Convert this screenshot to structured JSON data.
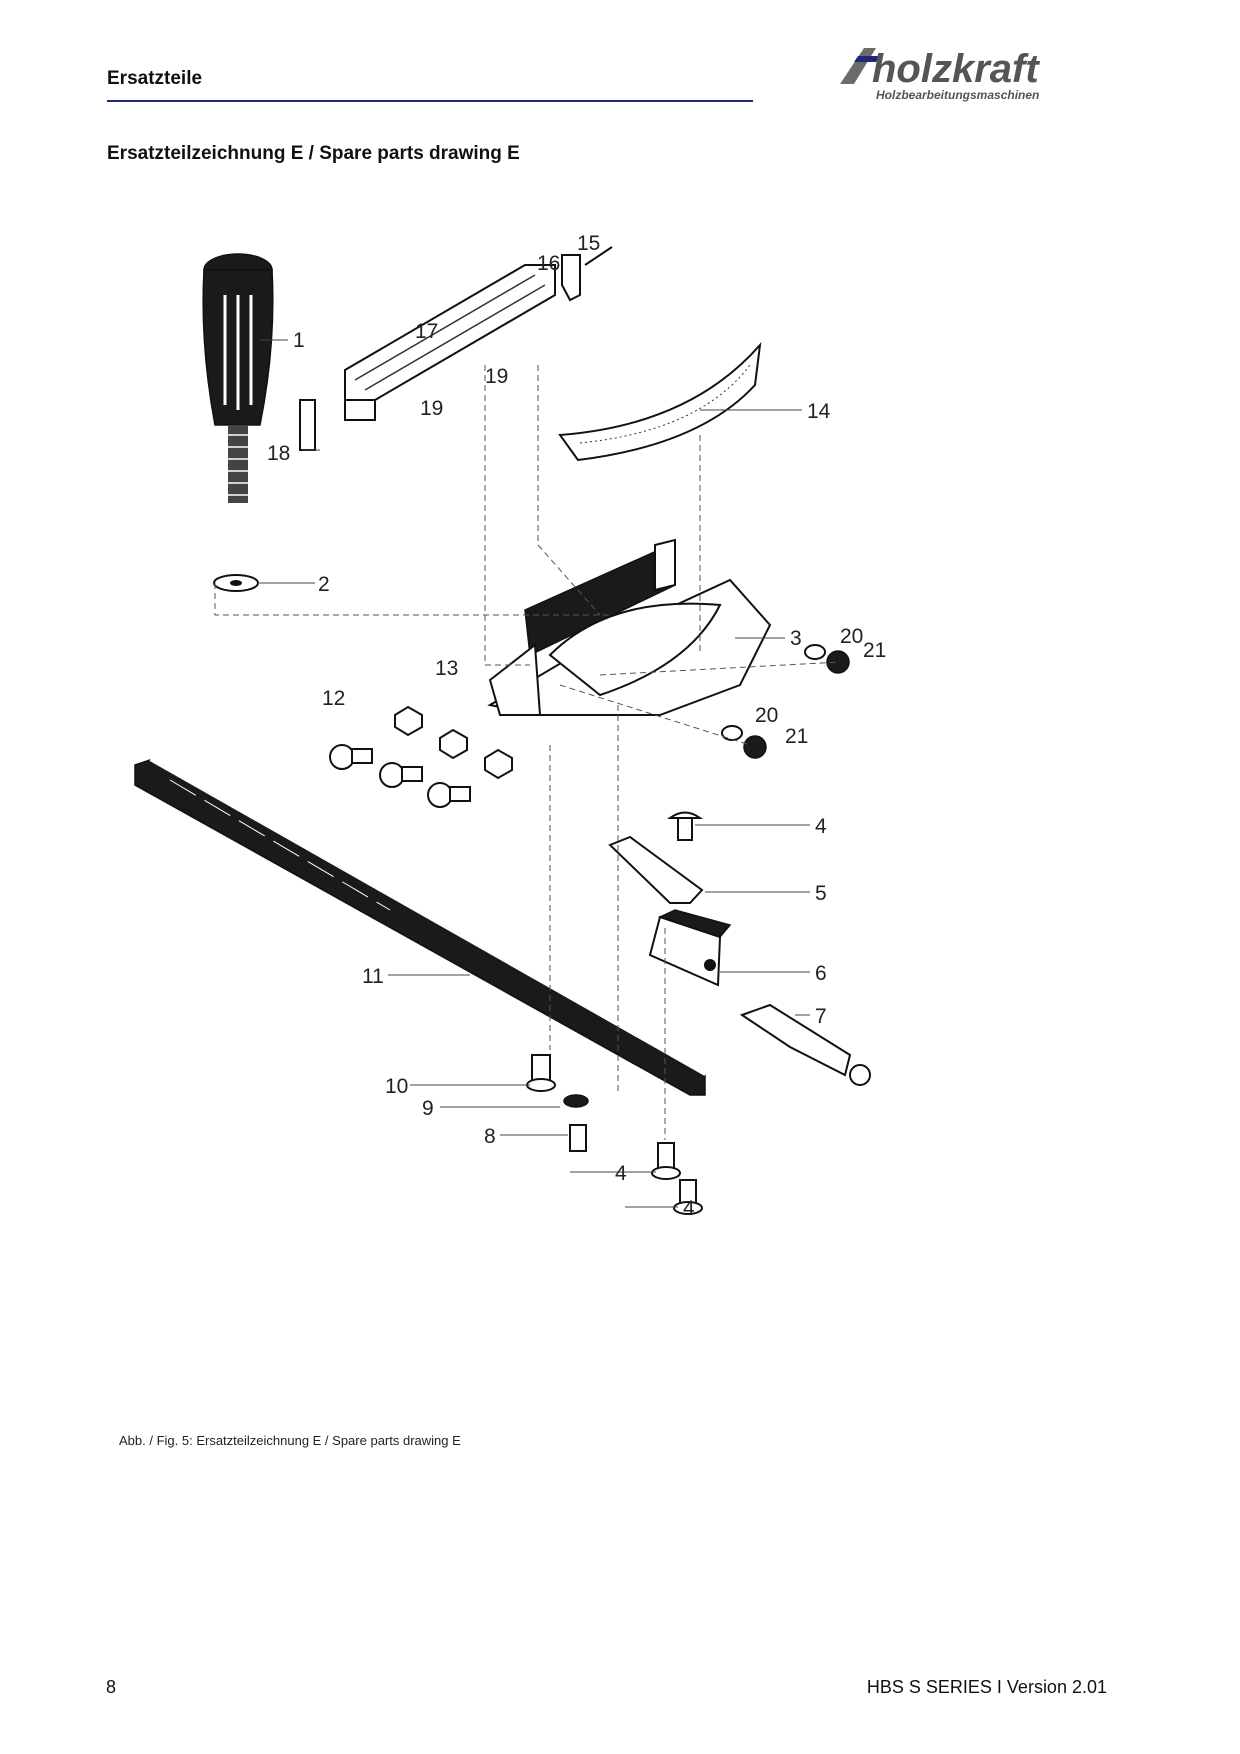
{
  "header": {
    "section": "Ersatzteile",
    "logo_wordmark": "holzkraft",
    "logo_tagline": "Holzbearbeitungsmaschinen"
  },
  "title": "Ersatzteilzeichnung E / Spare parts drawing E",
  "part_labels": {
    "p1": "1",
    "p2": "2",
    "p3": "3",
    "p4a": "4",
    "p4b": "4",
    "p4c": "4",
    "p5": "5",
    "p6": "6",
    "p7": "7",
    "p8": "8",
    "p9": "9",
    "p10": "10",
    "p11": "11",
    "p12": "12",
    "p13": "13",
    "p14": "14",
    "p15": "15",
    "p16": "16",
    "p17": "17",
    "p18": "18",
    "p19a": "19",
    "p19b": "19",
    "p20a": "20",
    "p20b": "20",
    "p21a": "21",
    "p21b": "21"
  },
  "caption": "Abb. / Fig. 5: Ersatzteilzeichnung E / Spare parts drawing E",
  "footer": {
    "page_number": "8",
    "document": "HBS S SERIES I Version 2.01"
  },
  "colors": {
    "rule": "#1e2a78",
    "logo_text": "#555555"
  }
}
